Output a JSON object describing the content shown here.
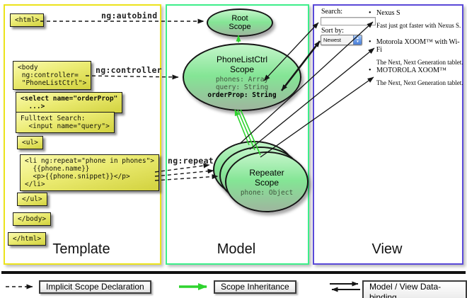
{
  "columns": {
    "template": "Template",
    "model": "Model",
    "view": "View"
  },
  "labels": {
    "ng_autobind": "ng:autobind",
    "ng_controller": "ng:controller",
    "ng_repeat": "ng:repeat"
  },
  "code": {
    "html_open": "<html>",
    "body_open": "<body\n ng:controller=\n \"PhoneListCtrl\">",
    "select": "<select name=\"orderProp\"\n  ...>",
    "fulltext": "Fulltext Search:\n  <input name=\"query\">",
    "ul_open": "<ul>",
    "li_repeat": "<li ng:repeat=\"phone in phones\">\n  {{phone.name}}\n  <p>{{phone.snippet}}</p>\n</li>",
    "ul_close": "</ul>",
    "body_close": "</body>",
    "html_close": "</html>"
  },
  "model": {
    "root_scope_title": "Root\nScope",
    "phonelist_title": "PhoneListCtrl\nScope",
    "phonelist_props": "phones: Array\nquery: String",
    "phonelist_bold_prop": "orderProp: String",
    "repeater_title": "Repeater\nScope",
    "repeater_prop": "phone: Object"
  },
  "view": {
    "search_label": "Search:",
    "search_value": "",
    "sort_label": "Sort by:",
    "sort_value": "Newest",
    "items": [
      {
        "title": "Nexus S",
        "desc": "Fast just got faster with Nexus S."
      },
      {
        "title": "Motorola XOOM™ with Wi-Fi",
        "desc": "The Next, Next Generation tablet."
      },
      {
        "title": "MOTOROLA XOOM™",
        "desc": "The Next, Next Generation tablet."
      }
    ]
  },
  "legend": {
    "implicit": "Implicit Scope Declaration",
    "inheritance": "Scope Inheritance",
    "binding": "Model / View Data-binding"
  },
  "colors": {
    "template_border": "#ece31c",
    "model_border": "#3dee8a",
    "view_border": "#5a49d8",
    "code_box_yellow": "#e9e96a",
    "scope_green": "#8ce59a",
    "arrow_green": "#2ed32e",
    "arrow_black": "#161616"
  }
}
